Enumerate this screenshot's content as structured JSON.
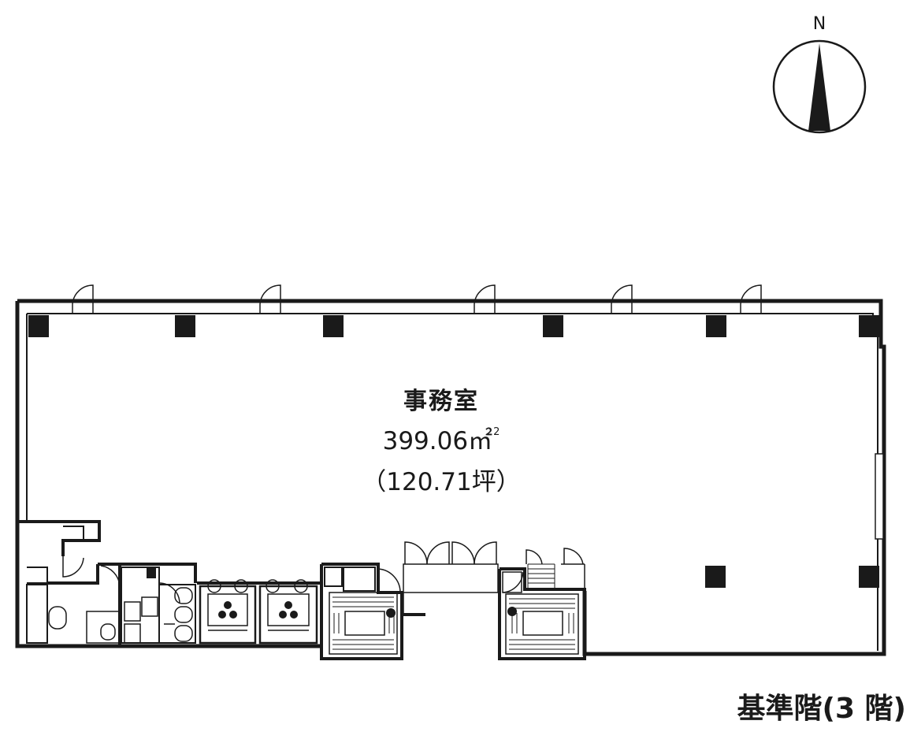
{
  "compass": {
    "label": "N"
  },
  "office": {
    "name": "事務室",
    "area": "399.06",
    "area_unit": "㎡",
    "area_unit_sup": "2",
    "tsubo": "（120.71坪）"
  },
  "floor": {
    "name": "基準階(3 階)"
  },
  "colors": {
    "ink": "#1a1a1a",
    "background": "#ffffff"
  }
}
